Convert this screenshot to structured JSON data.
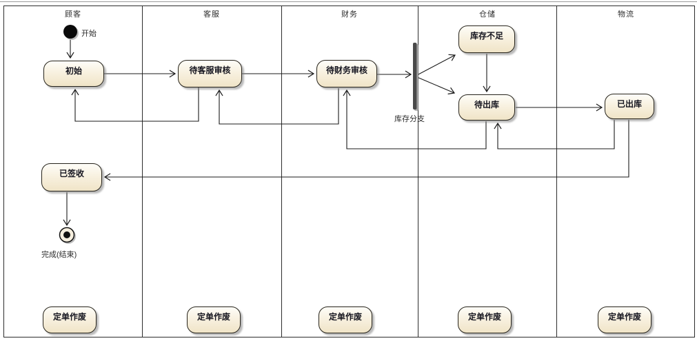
{
  "lanes": [
    {
      "label": "顾客"
    },
    {
      "label": "客服"
    },
    {
      "label": "财务"
    },
    {
      "label": "仓储"
    },
    {
      "label": "物流"
    }
  ],
  "start_node": {
    "label": "开始"
  },
  "end_node": {
    "label": "完成(结束)"
  },
  "fork": {
    "label": "库存分支"
  },
  "activities": {
    "initial": {
      "label": "初始"
    },
    "pending_cs_review": {
      "label": "待客服审核"
    },
    "pending_finance_review": {
      "label": "待财务审核"
    },
    "stock_insufficient": {
      "label": "库存不足"
    },
    "pending_outbound": {
      "label": "待出库"
    },
    "outbound_done": {
      "label": "已出库"
    },
    "signed_received": {
      "label": "已签收"
    }
  },
  "void_boxes": [
    {
      "label": "定单作废"
    },
    {
      "label": "定单作废"
    },
    {
      "label": "定单作废"
    },
    {
      "label": "定单作废"
    },
    {
      "label": "定单作废"
    }
  ],
  "colors": {
    "background": "#ffffff",
    "node_fill_top": "#fefdf8",
    "node_fill_bottom": "#f0e4c7",
    "node_border": "#25221a",
    "connector": "#1a1a1a",
    "fork_bar": "#4a4a4a",
    "lane_border": "#2b2b2b",
    "start_node_fill": "#0a0a0a"
  }
}
